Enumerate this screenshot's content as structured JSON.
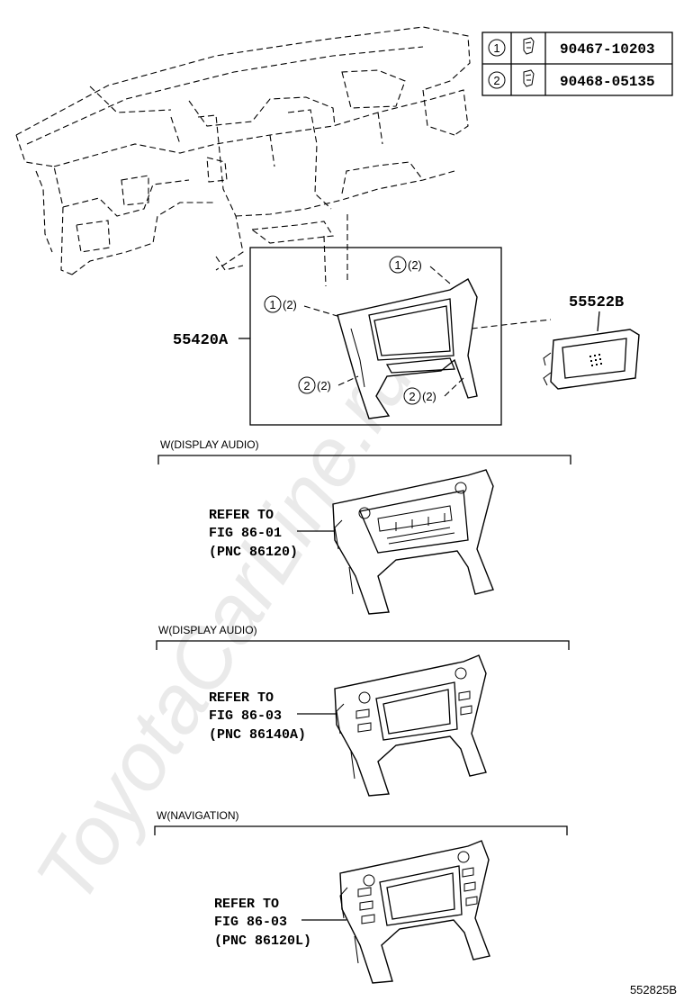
{
  "parts_table": {
    "rows": [
      {
        "key": "1",
        "part_no": "90467-10203"
      },
      {
        "key": "2",
        "part_no": "90468-05135"
      }
    ]
  },
  "callouts": {
    "main_panel": "55420A",
    "switch_panel": "55522B",
    "clip_labels": [
      {
        "num": "1",
        "qty": "(2)"
      },
      {
        "num": "1",
        "qty": "(2)"
      },
      {
        "num": "2",
        "qty": "(2)"
      },
      {
        "num": "2",
        "qty": "(2)"
      }
    ]
  },
  "variants": [
    {
      "condition": "W(DISPLAY AUDIO)",
      "refer_lines": [
        "REFER TO",
        "FIG 86-01",
        "(PNC 86120)"
      ]
    },
    {
      "condition": "W(DISPLAY AUDIO)",
      "refer_lines": [
        "REFER TO",
        "FIG 86-03",
        "(PNC 86140A)"
      ]
    },
    {
      "condition": "W(NAVIGATION)",
      "refer_lines": [
        "REFER TO",
        "FIG 86-03",
        "(PNC 86120L)"
      ]
    }
  ],
  "diagram_id": "552825B",
  "watermark": "ToyotaCarLine.ru"
}
